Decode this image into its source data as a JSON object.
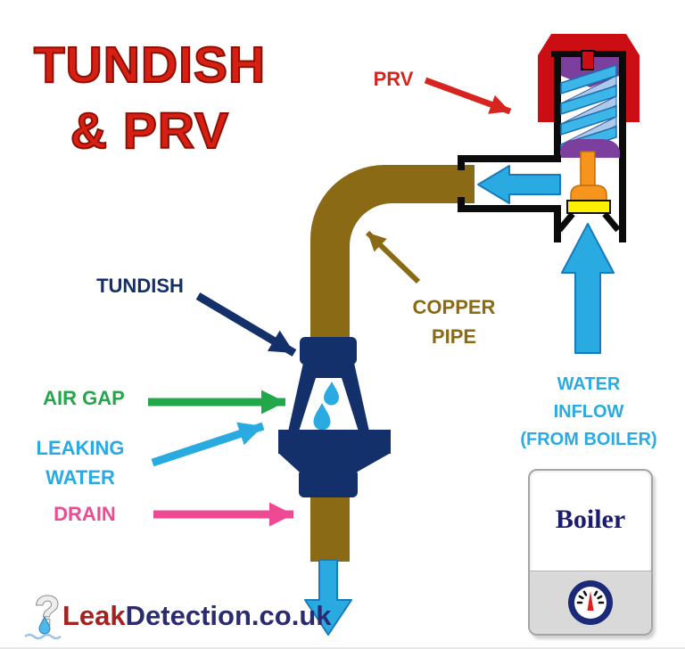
{
  "title": {
    "line1": "TUNDISH",
    "line2": "& PRV"
  },
  "labels": {
    "prv": "PRV",
    "tundish": "TUNDISH",
    "air_gap": "AIR GAP",
    "leaking_water_line1": "LEAKING",
    "leaking_water_line2": "WATER",
    "drain": "DRAIN",
    "copper_pipe_line1": "COPPER",
    "copper_pipe_line2": "PIPE",
    "water_inflow_line1": "WATER",
    "water_inflow_line2": "INFLOW",
    "water_inflow_line3": "(FROM BOILER)"
  },
  "boiler": {
    "label": "Boiler"
  },
  "logo": {
    "brand_primary": "Leak",
    "brand_secondary": "Detection.co.uk"
  },
  "icons": [
    "prv-pointer-arrow",
    "tundish-pointer-arrow",
    "air-gap-pointer-arrow",
    "leaking-water-pointer-arrow",
    "drain-pointer-arrow",
    "copper-pipe-pointer-arrow",
    "water-outflow-arrow",
    "water-inflow-arrow",
    "drain-outflow-arrow",
    "water-drop-icon",
    "gauge-icon",
    "question-mark-icon"
  ],
  "colors": {
    "title_red": "#d71f13",
    "title_red_dark": "#8a1006",
    "red": "#d8241f",
    "cap_red": "#ca0e13",
    "navy": "#14306b",
    "green": "#22a84b",
    "cyan": "#29abe2",
    "pink": "#ee4a94",
    "copper": "#8a6a15",
    "purple": "#7d3f9d",
    "spring_blue": "#3cb5e9",
    "spring_pale": "#abc9ea",
    "orange": "#f7941e",
    "yellow": "#fdf100",
    "black": "#0b0b0b",
    "boiler_text": "#1b1b6f",
    "gauge_navy": "#1b2a78",
    "needle_red": "#e02020",
    "logo_red": "#a32121",
    "logo_navy": "#2b2b72",
    "box_gray": "#d9d9d9",
    "box_border": "#a5a5a5"
  }
}
